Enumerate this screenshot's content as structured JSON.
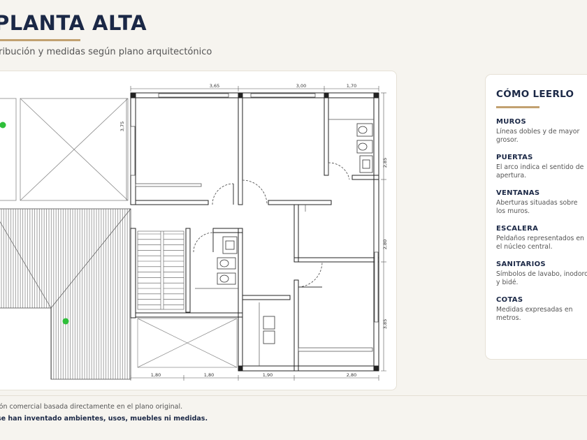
{
  "header": {
    "title": "PLANTA ALTA",
    "subtitle": "tribución y medidas según plano arquitectónico"
  },
  "plan": {
    "dimensions_top": [
      "3,65",
      "3,00",
      "1,70"
    ],
    "dimensions_right": [
      "2,85",
      "2,80",
      "3,85"
    ],
    "dimensions_bottom": [
      "1,80",
      "1,80",
      "1,90",
      "2,80"
    ],
    "dimension_left": "3,75"
  },
  "legend": {
    "title": "CÓMO LEERLO",
    "items": [
      {
        "label": "MUROS",
        "desc": "Líneas dobles y de mayor grosor."
      },
      {
        "label": "PUERTAS",
        "desc": "El arco indica el sentido de apertura."
      },
      {
        "label": "VENTANAS",
        "desc": "Aberturas situadas sobre los muros."
      },
      {
        "label": "ESCALERA",
        "desc": "Peldaños representados en el núcleo central."
      },
      {
        "label": "SANITARIOS",
        "desc": "Símbolos de lavabo, inodoro y bidé."
      },
      {
        "label": "COTAS",
        "desc": "Medidas expresadas en metros."
      }
    ]
  },
  "footer": {
    "note": "ión comercial basada directamente en el plano original.",
    "disclaimer": "se han inventado ambientes, usos, muebles ni medidas."
  },
  "colors": {
    "navy": "#1b2846",
    "gold": "#c2a170",
    "marker": "#2fbf3a"
  }
}
